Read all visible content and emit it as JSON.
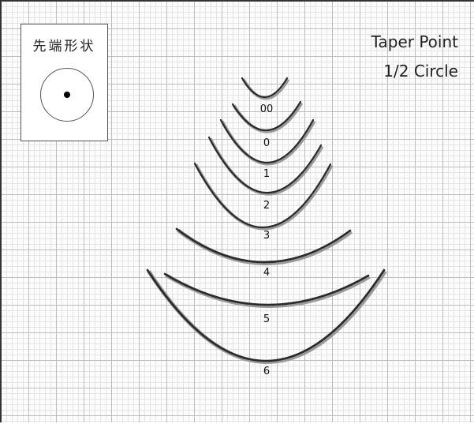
{
  "tip_panel": {
    "title": "先端形状",
    "icon": "round-taper-tip-icon"
  },
  "title": {
    "line1": "Taper Point",
    "line2": "1/2 Circle"
  },
  "needles": [
    {
      "size": "00"
    },
    {
      "size": "0"
    },
    {
      "size": "1"
    },
    {
      "size": "2"
    },
    {
      "size": "3"
    },
    {
      "size": "4"
    },
    {
      "size": "5"
    },
    {
      "size": "6"
    }
  ],
  "colors": {
    "needle": "#2a2a2a",
    "needle_highlight": "#9a9a9a",
    "grid_major": "#bdbdbd",
    "grid_minor": "#e4e4e4"
  }
}
